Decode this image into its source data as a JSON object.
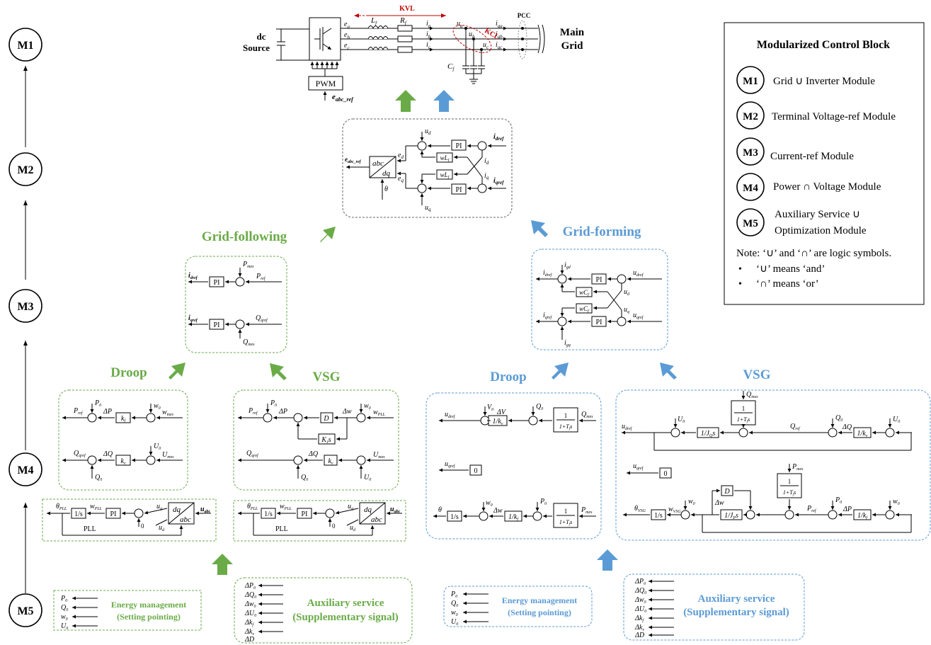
{
  "modules": [
    {
      "id": "M1"
    },
    {
      "id": "M2"
    },
    {
      "id": "M3"
    },
    {
      "id": "M4"
    },
    {
      "id": "M5"
    }
  ],
  "legend": {
    "title": "Modularized Control Block",
    "items": [
      {
        "id": "M1",
        "text": "Grid ∪ Inverter Module"
      },
      {
        "id": "M2",
        "text": "Terminal Voltage-ref Module"
      },
      {
        "id": "M3",
        "text": "Current-ref  Module"
      },
      {
        "id": "M4",
        "text": "Power ∩ Voltage  Module"
      },
      {
        "id": "M5",
        "text": "Auxiliary Service ∪",
        "text2": "Optimization Module"
      }
    ],
    "note": "Note: ‘∪’ and ‘∩’ are logic symbols.",
    "bullets": [
      "‘∪’ means ‘and’",
      "‘∩’ means ‘or’"
    ]
  },
  "circuit": {
    "dc_source": "dc",
    "dc_source2": "Source",
    "main_grid": "Main",
    "main_grid2": "Grid",
    "kvl": "KVL",
    "kcl": "KCL",
    "pcc": "PCC",
    "pwm": "PWM",
    "eref": "e",
    "eref_sub": "abc_ref",
    "lf": "L",
    "rf": "R",
    "cf": "C",
    "f": "f",
    "labels": {
      "ea": "e",
      "eb": "e",
      "ec": "e",
      "ia": "i",
      "ib": "i",
      "ic": "i",
      "ua": "u",
      "ub": "u",
      "uc": "u",
      "iga": "i",
      "igb": "i",
      "igc": "i"
    },
    "subs": {
      "a": "a",
      "b": "b",
      "c": "c",
      "ga": "ga",
      "gb": "gb",
      "gc": "gc"
    }
  },
  "titles": {
    "gf": "Grid-following",
    "gfm": "Grid-forming",
    "droop_g": "Droop",
    "vsg_g": "VSG",
    "droop_b": "Droop",
    "vsg_b": "VSG"
  },
  "blocks": {
    "pi": "PI",
    "pll": "PLL",
    "int": "1/s",
    "kf": "k",
    "kv": "k",
    "d": "D",
    "kss": "K",
    "one_over_kv": "1/k",
    "one_over_kf": "1/k",
    "one": "1",
    "tf_den": "1 + T",
    "zero": "0",
    "wlf": "wL",
    "wcf": "wC",
    "jq": "1/J",
    "jp": "1/J",
    "dq": "dq",
    "abc": "abc"
  },
  "aux": {
    "em_green": "Energy management",
    "em_green2": "(Setting pointing)",
    "as_green": "Auxiliary service",
    "as_green2": "(Supplementary signal)",
    "em_blue": "Energy management",
    "em_blue2": "(Setting pointing)",
    "as_blue": "Auxiliary service",
    "as_blue2": "(Supplementary signal)",
    "em_signals": [
      "P",
      "Q",
      "w",
      "U"
    ],
    "as_signals": [
      "ΔP",
      "ΔQ",
      "Δw",
      "ΔU",
      "Δk",
      "Δk",
      "ΔD"
    ],
    "as_subs": [
      "0",
      "0",
      "0",
      "0",
      "f",
      "v",
      ""
    ]
  },
  "colors": {
    "green": "#6aab47",
    "blue": "#5b9bd5",
    "kvl": "#c00000"
  }
}
